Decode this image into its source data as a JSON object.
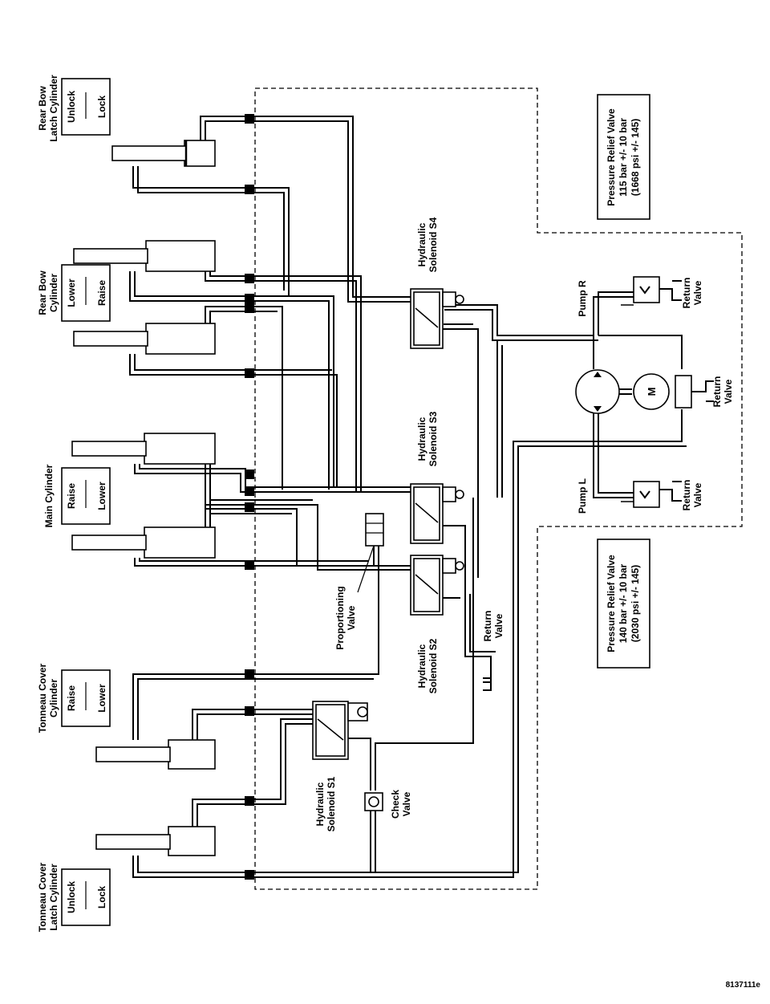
{
  "figure_id": "8137111e",
  "components": {
    "rear_bow_latch": {
      "title1": "Rear Bow",
      "title2": "Latch Cylinder",
      "dir_a": "Unlock",
      "dir_b": "Lock"
    },
    "rear_bow": {
      "title1": "Rear Bow",
      "title2": "Cylinder",
      "dir_a": "Lower",
      "dir_b": "Raise"
    },
    "main": {
      "title1": "Main Cylinder",
      "dir_a": "Raise",
      "dir_b": "Lower"
    },
    "tonneau": {
      "title1": "Tonneau Cover",
      "title2": "Cylinder",
      "dir_a": "Raise",
      "dir_b": "Lower"
    },
    "tonneau_latch": {
      "title1": "Tonneau Cover",
      "title2": "Latch Cylinder",
      "dir_a": "Unlock",
      "dir_b": "Lock"
    }
  },
  "solenoids": {
    "s1": {
      "line1": "Hydraulic",
      "line2": "Solenoid S1"
    },
    "s2": {
      "line1": "Hydraulic",
      "line2": "Solenoid S2"
    },
    "s3": {
      "line1": "Hydraulic",
      "line2": "Solenoid S3"
    },
    "s4": {
      "line1": "Hydraulic",
      "line2": "Solenoid S4"
    }
  },
  "valves": {
    "proportioning": {
      "line1": "Proportioning",
      "line2": "Valve"
    },
    "check": {
      "line1": "Check",
      "line2": "Valve"
    },
    "return_mid": {
      "line1": "Return",
      "line2": "Valve"
    },
    "return_r": {
      "line1": "Return",
      "line2": "Valve"
    },
    "return_m": {
      "line1": "Return",
      "line2": "Valve"
    },
    "return_l": {
      "line1": "Return",
      "line2": "Valve"
    }
  },
  "pumps": {
    "pump_r": "Pump R",
    "pump_l": "Pump L",
    "motor": "M"
  },
  "relief_upper": {
    "line1": "Pressure Relief Valve",
    "line2": "115 bar +/- 10 bar",
    "line3": "(1668 psi +/- 145)"
  },
  "relief_lower": {
    "line1": "Pressure Relief Valve",
    "line2": "140 bar +/- 10 bar",
    "line3": "(2030 psi +/- 145)"
  }
}
